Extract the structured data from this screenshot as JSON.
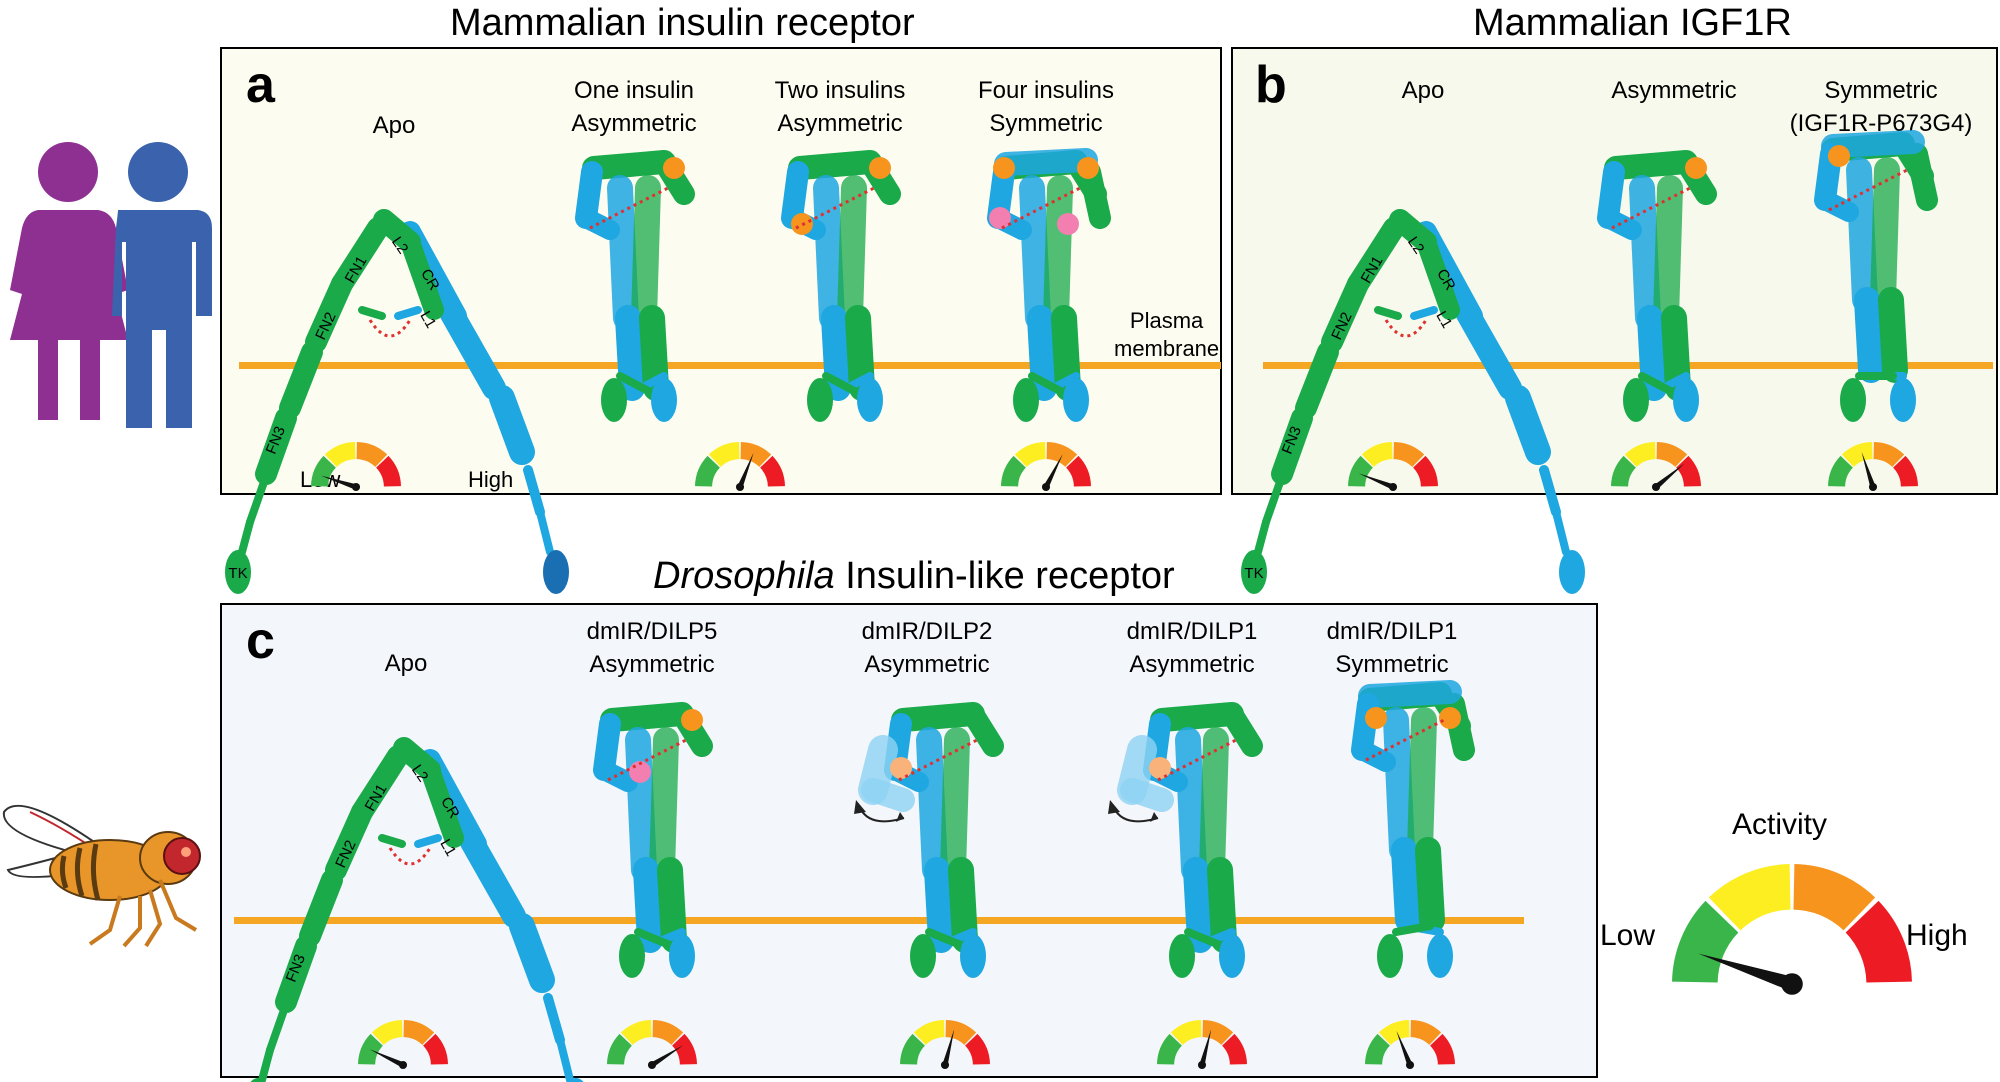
{
  "titles": {
    "mammalian_ir": "Mammalian insulin receptor",
    "mammalian_igf1r": "Mammalian IGF1R",
    "drosophila_italic": "Drosophila",
    "drosophila_rest": " Insulin-like receptor"
  },
  "panels": {
    "a": {
      "label": "a",
      "states": [
        {
          "line1": "Apo",
          "line2": ""
        },
        {
          "line1": "One insulin",
          "line2": "Asymmetric"
        },
        {
          "line1": "Two insulins",
          "line2": "Asymmetric"
        },
        {
          "line1": "Four insulins",
          "line2": "Symmetric"
        }
      ],
      "membrane_label_1": "Plasma",
      "membrane_label_2": "membrane",
      "gauge_low": "Low",
      "gauge_high": "High"
    },
    "b": {
      "label": "b",
      "states": [
        {
          "line1": "Apo",
          "line2": ""
        },
        {
          "line1": "Asymmetric",
          "line2": ""
        },
        {
          "line1": "Symmetric",
          "line2": "(IGF1R-P673G4)"
        }
      ]
    },
    "c": {
      "label": "c",
      "states": [
        {
          "line1": "Apo",
          "line2": ""
        },
        {
          "line1": "dmIR/DILP5",
          "line2": "Asymmetric"
        },
        {
          "line1": "dmIR/DILP2",
          "line2": "Asymmetric"
        },
        {
          "line1": "dmIR/DILP1",
          "line2": "Asymmetric"
        },
        {
          "line1": "dmIR/DILP1",
          "line2": "Symmetric"
        }
      ]
    }
  },
  "domains": {
    "fn1": "FN1",
    "fn2": "FN2",
    "fn3": "FN3",
    "l1": "L1",
    "l2": "L2",
    "cr": "CR",
    "tk": "TK"
  },
  "legend": {
    "title": "Activity",
    "low": "Low",
    "high": "High"
  },
  "gauge_levels": {
    "a": [
      0.1,
      0.62,
      0.65,
      0.8
    ],
    "b": [
      0.12,
      0.78,
      0.4
    ],
    "c": [
      0.14,
      0.82,
      0.58,
      0.58,
      0.38
    ],
    "legend": 0.1
  },
  "colors": {
    "green": "#1aaa4a",
    "blue": "#1ea7e1",
    "dark_blue": "#1a6fb3",
    "orange": "#f7941d",
    "yellow": "#fcee21",
    "red": "#ed1c24",
    "gauge_green": "#39b54a",
    "membrane": "#f5a623",
    "purple": "#8e3092",
    "person_blue": "#3b63ad",
    "pink": "#f27fb0",
    "peach": "#f9b27a"
  },
  "icons": [
    "woman-icon",
    "man-icon",
    "fruit-fly-icon",
    "activity-gauge-icon",
    "rotation-arrow-icon"
  ]
}
